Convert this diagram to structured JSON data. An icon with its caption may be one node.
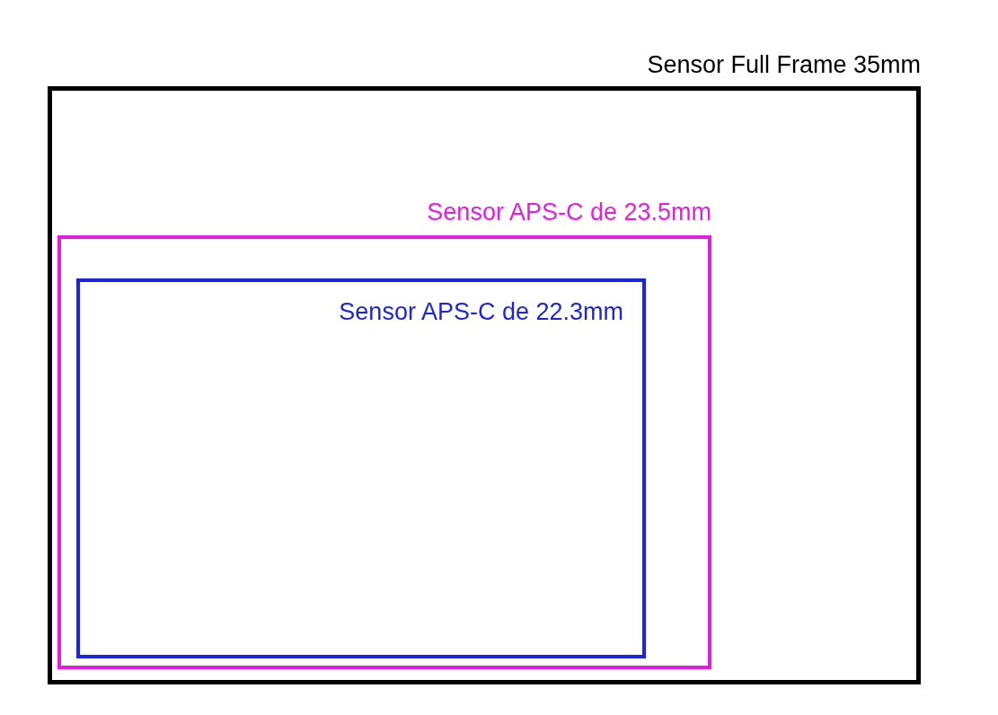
{
  "diagram": {
    "nodes": [
      {
        "text": [
          "Sensor Full Frame 35mm"
        ]
      },
      {
        "text": [
          "Sensor APS-C de 23.5mm"
        ],
        "in": 0
      },
      {
        "text": [
          "Sensor APS-C de 22.3mm"
        ],
        "in": 1
      }
    ]
  }
}
